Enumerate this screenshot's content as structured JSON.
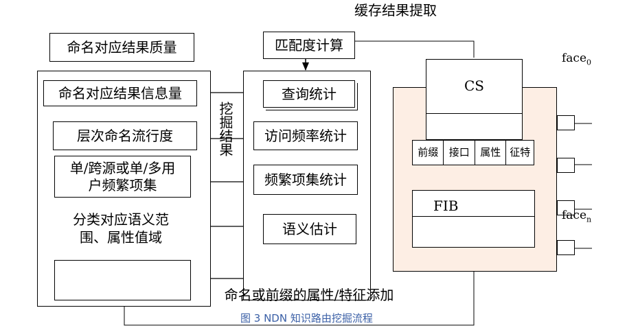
{
  "title": "缓存结果提取",
  "quality": "命名对应结果质量",
  "match_calc": "匹配度计算",
  "left_items": [
    "命名对应结果信息量",
    "层次命名流行度",
    "单/跨源或单/多用户频繁项集",
    "分类对应语义范围、属性值域"
  ],
  "left_item_lines": {
    "item3": [
      "单/跨源或单/多用",
      "户频繁项集"
    ],
    "item4": [
      "分类对应语义范",
      "围、属性值域"
    ]
  },
  "mining_result": "挖掘结果",
  "right_items": [
    "查询统计",
    "访问频率统计",
    "频繁项集统计",
    "语义估计"
  ],
  "attr_add": "命名或前缀的属性/特征添加",
  "cs": "CS",
  "fib": "FIB",
  "table_cells": [
    "前缀",
    "接口",
    "属性",
    "征特"
  ],
  "face0": "face",
  "face0_sub": "0",
  "facen": "face",
  "facen_sub": "n",
  "caption": "图 3  NDN 知识路由挖掘流程"
}
